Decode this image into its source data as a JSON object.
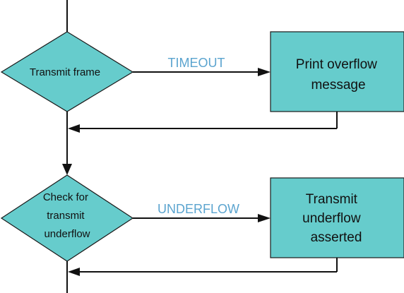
{
  "colors": {
    "node_fill": "#66cccc",
    "node_stroke": "#1a1a1a",
    "edge": "#111111",
    "edge_label": "#5ba4cf"
  },
  "nodes": {
    "decision_1": {
      "shape": "diamond",
      "lines": [
        "Transmit frame"
      ]
    },
    "action_1": {
      "shape": "rectangle",
      "lines": [
        "Print overflow",
        "message"
      ]
    },
    "decision_2": {
      "shape": "diamond",
      "lines": [
        "Check for",
        "transmit",
        "underflow"
      ]
    },
    "action_2": {
      "shape": "rectangle",
      "lines": [
        "Transmit",
        "underflow",
        "asserted"
      ]
    }
  },
  "edges": {
    "timeout_label": "TIMEOUT",
    "underflow_label": "UNDERFLOW"
  }
}
